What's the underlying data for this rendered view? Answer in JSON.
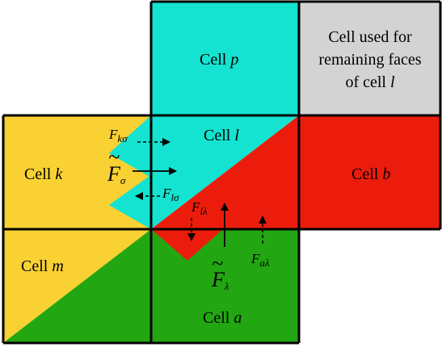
{
  "colors": {
    "cyan": "#13e3d0",
    "yellow": "#f9d133",
    "red": "#ec1c0c",
    "green": "#22a612",
    "grey": "#d3d3d3",
    "grid": "#000000"
  },
  "cells": {
    "p": {
      "word": "Cell",
      "letter": "p"
    },
    "l": {
      "word": "Cell",
      "letter": "l"
    },
    "k": {
      "word": "Cell",
      "letter": "k"
    },
    "b": {
      "word": "Cell",
      "letter": "b"
    },
    "m": {
      "word": "Cell",
      "letter": "m"
    },
    "a": {
      "word": "Cell",
      "letter": "a"
    },
    "grey_note": {
      "line1": "Cell used for",
      "line2": "remaining faces",
      "line3_word": "of cell",
      "line3_letter": "l"
    }
  },
  "fluxes": {
    "F_k_sigma": {
      "symbol": "F",
      "sub": "kσ"
    },
    "F_sigma": {
      "symbol": "F",
      "sub": "σ"
    },
    "F_l_sigma": {
      "symbol": "F",
      "sub": "lσ"
    },
    "F_l_lambda": {
      "symbol": "F",
      "sub": "lλ"
    },
    "F_lambda": {
      "symbol": "F",
      "sub": "λ"
    },
    "F_a_lambda": {
      "symbol": "F",
      "sub": "aλ"
    }
  }
}
